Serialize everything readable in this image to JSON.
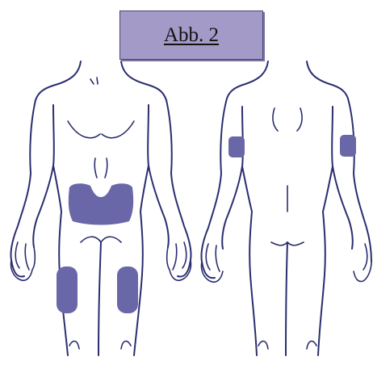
{
  "figure": {
    "caption": "Abb. 2",
    "colors": {
      "caption_fill": "#a49ac8",
      "caption_border": "#4a4373",
      "outline": "#2a2e6e",
      "injection_area": "#6a67a8"
    },
    "views": [
      {
        "id": "front",
        "highlighted_areas": [
          "abdomen",
          "left-thigh",
          "right-thigh"
        ]
      },
      {
        "id": "back",
        "highlighted_areas": [
          "left-upper-arm",
          "right-upper-arm"
        ]
      }
    ]
  }
}
